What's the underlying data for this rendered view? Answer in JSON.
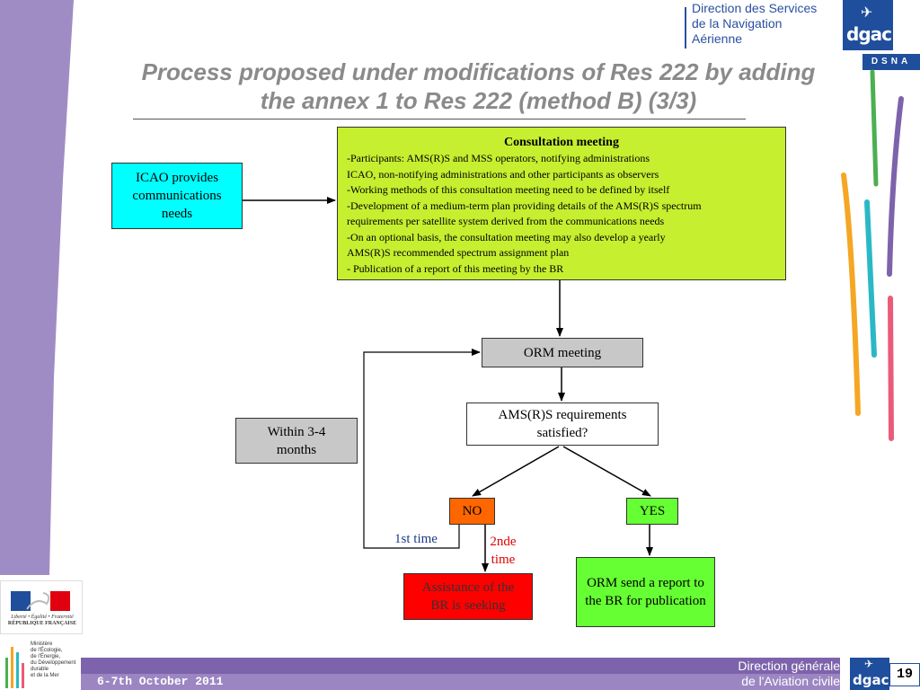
{
  "header": {
    "direction_services": [
      "Direction des Services",
      "de la Navigation",
      "Aérienne"
    ],
    "logo_text": "dgac",
    "dsna": "DSNA"
  },
  "title": [
    "Process proposed under modifications of Res 222 by adding",
    "the annex 1 to Res 222 (method B) (3/3)"
  ],
  "diagram": {
    "consultation": {
      "title": "Consultation meeting",
      "lines": [
        "-Participants: AMS(R)S and MSS operators, notifying administrations",
        "ICAO, non-notifying administrations and other participants as observers",
        "-Working methods of this consultation meeting need to be defined by itself",
        "-Development of a medium-term plan providing details of the AMS(R)S spectrum",
        "requirements per satellite system derived from the communications needs",
        "-On an optional basis, the consultation meeting may also develop a yearly",
        "AMS(R)S recommended spectrum assignment plan",
        "- Publication of a report of this meeting by the BR"
      ]
    },
    "icao": "ICAO provides communications needs",
    "orm": "ORM meeting",
    "ams": "AMS(R)S requirements satisfied?",
    "within": "Within 3-4 months",
    "no": "NO",
    "yes": "YES",
    "first_time": "1st time",
    "second_time": "2nde time",
    "assistance": "Assistance  of the BR is seeking",
    "report": "ORM send a report to the BR for publication",
    "colors": {
      "consultation": "#c6ef2f",
      "icao": "#00ffff",
      "grey": "#c8c8c8",
      "no": "#ff6600",
      "yes": "#66ff33",
      "assistance": "#ff0000"
    }
  },
  "footer": {
    "date": "6-7th October 2011",
    "dgac_general": [
      "Direction générale",
      "de l'Aviation civile"
    ],
    "page": "19",
    "rf_text": [
      "Liberté • Égalité • Fraternité",
      "RÉPUBLIQUE FRANÇAISE"
    ],
    "ministry": [
      "Ministère",
      "de l'Écologie,",
      "de l'Énergie,",
      "du Développement",
      "durable",
      "et de la Mer"
    ]
  }
}
